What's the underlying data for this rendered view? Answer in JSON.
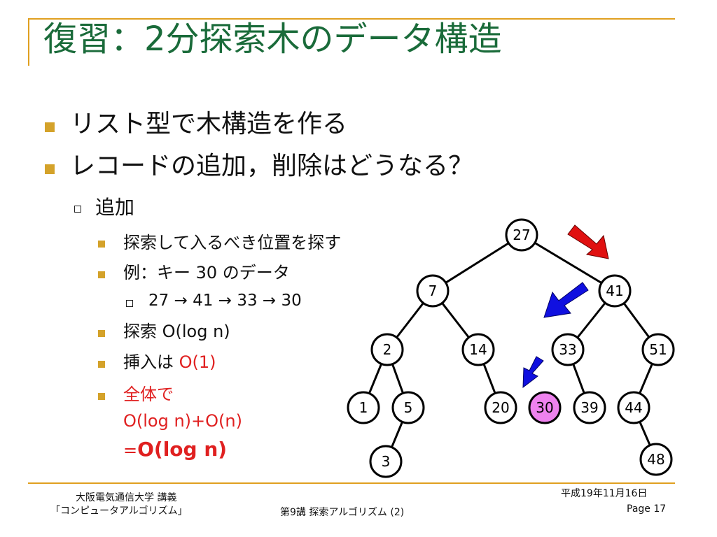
{
  "title": "復習：2分探索木のデータ構造",
  "bullets": {
    "b1": "リスト型で木構造を作る",
    "b2": "レコードの追加，削除はどうなる？",
    "sub": "追加",
    "i1": "探索して入るべき位置を探す",
    "i2": "例：キー 30 のデータ",
    "path": "27 → 41 → 33 → 30",
    "i3": "探索 O(log n)",
    "i4_prefix": "挿入は ",
    "i4_red": "O(1)",
    "i5_line1": "全体で",
    "i5_line2": "O(log n)+O(n)",
    "i5_eq": "=",
    "i5_bold": "O(log n)"
  },
  "tree": {
    "nodes": [
      "27",
      "7",
      "41",
      "2",
      "14",
      "33",
      "51",
      "1",
      "5",
      "20",
      "30",
      "39",
      "44",
      "3",
      "48"
    ],
    "highlighted": "30",
    "highlight_color": "#ee82ee",
    "arrow_colors": {
      "red": "#e01010",
      "blue": "#1010e0"
    }
  },
  "footer": {
    "university": "大阪電気通信大学 講義",
    "course": "「コンピュータアルゴリズム」",
    "lecture": "第9講 探索アルゴリズム (2)",
    "date": "平成19年11月16日",
    "page": "Page 17"
  },
  "colors": {
    "title": "#1a6b3a",
    "accent": "#e0a020",
    "bullet": "#d4a22a",
    "emphasis": "#e02020"
  }
}
